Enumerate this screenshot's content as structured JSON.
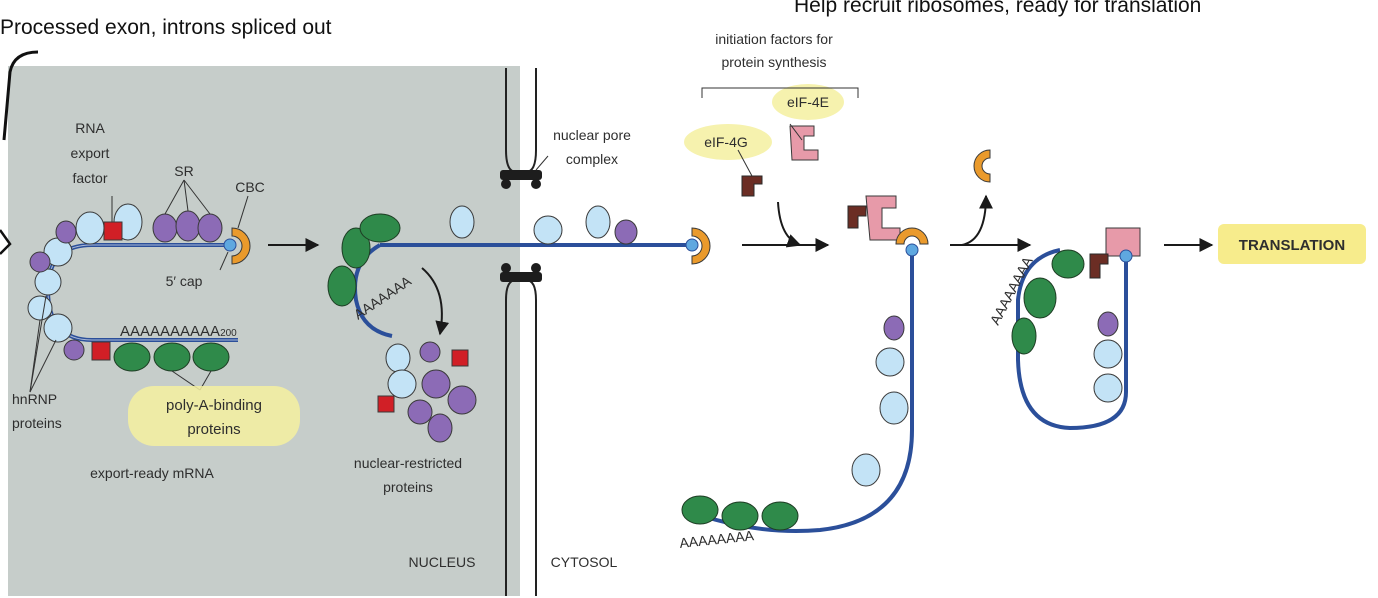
{
  "annotations": {
    "top_left": "Processed exon, introns spliced out",
    "top_right": "Help recruit ribosomes, ready for translation"
  },
  "nucleus_panel": {
    "rna_export_factor": [
      "RNA",
      "export",
      "factor"
    ],
    "sr": "SR",
    "cbc": "CBC",
    "five_cap": "5′ cap",
    "poly_a": "AAAAAAAAAA",
    "poly_a_sub": "200",
    "hnrnp": [
      "hnRNP",
      "proteins"
    ],
    "pabp": [
      "poly-A-binding",
      "proteins"
    ],
    "export_ready": "export-ready mRNA",
    "nuclear_restricted": [
      "nuclear-restricted",
      "proteins"
    ],
    "nucleus": "NUCLEUS",
    "poly_a_mid": "AAAAAAA"
  },
  "pore": {
    "label": [
      "nuclear pore",
      "complex"
    ]
  },
  "cytosol": {
    "label": "CYTOSOL",
    "init_factors": [
      "initiation factors for",
      "protein synthesis"
    ],
    "eif4g": "eIF-4G",
    "eif4e": "eIF-4E",
    "poly_a_bottom": "AAAAAAAA",
    "poly_a_loop": "AAAAAAAA",
    "translation": "TRANSLATION"
  },
  "colors": {
    "nucleus_bg": "#c6cdca",
    "rna_line": "#2b4f9a",
    "hnrnp": "#c3e3f6",
    "sr": "#8c6bb6",
    "export_factor": "#d11f26",
    "pabp": "#2f8a4a",
    "cbc": "#ea9a2c",
    "eif4g": "#6b2d24",
    "eif4e": "#e79aa9",
    "highlight": "#f4f0a0",
    "translation_box": "#f7ec8c"
  }
}
